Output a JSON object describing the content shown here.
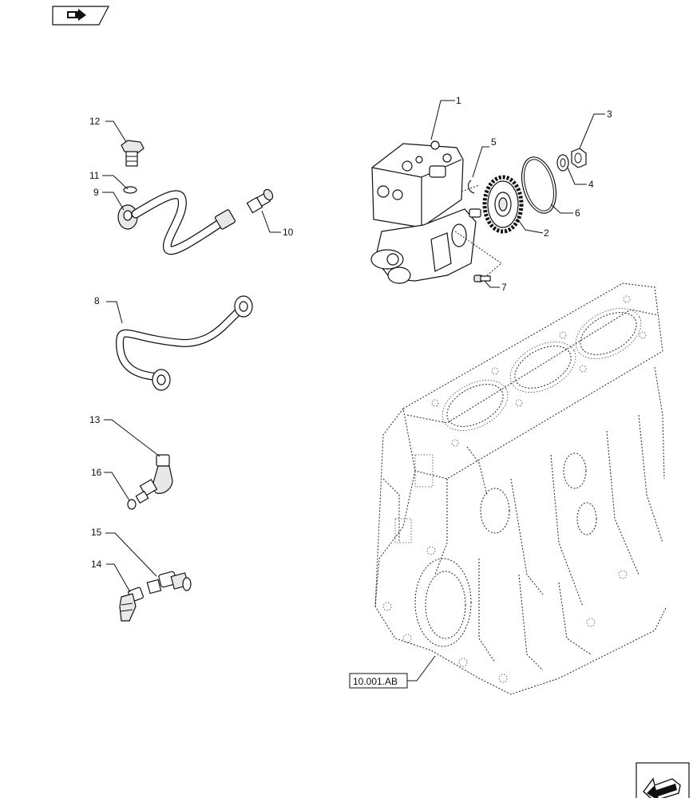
{
  "callouts": {
    "c1": "1",
    "c2": "2",
    "c3": "3",
    "c4": "4",
    "c5": "5",
    "c6": "6",
    "c7": "7",
    "c8": "8",
    "c9": "9",
    "c10": "10",
    "c11": "11",
    "c12": "12",
    "c13": "13",
    "c14": "14",
    "c15": "15",
    "c16": "16"
  },
  "reference_box": {
    "label": "10.001.AB"
  },
  "icons": {
    "top_left": "hand-pointer-icon",
    "bottom_right": "arrow-return-icon"
  }
}
